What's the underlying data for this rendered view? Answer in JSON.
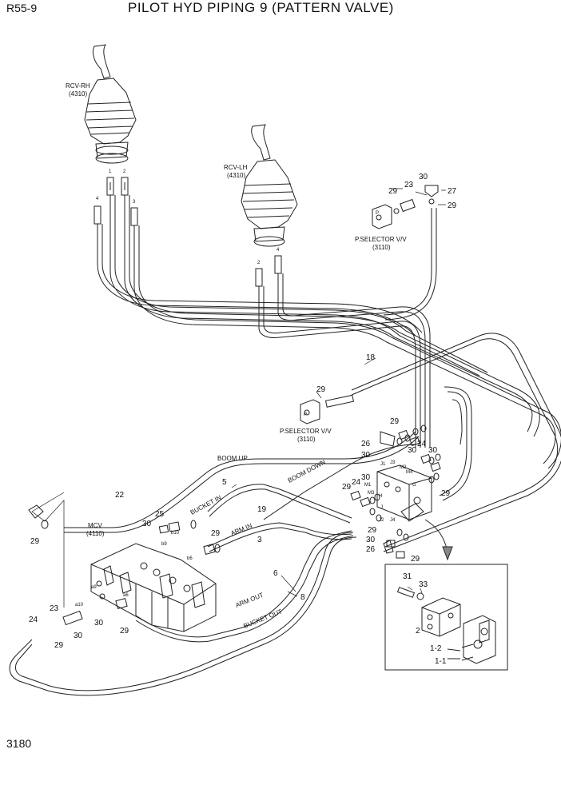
{
  "header": {
    "code": "R55-9",
    "title": "PILOT HYD PIPING 9 (PATTERN VALVE)"
  },
  "page_number": "3180",
  "components": {
    "rcv_rh": {
      "name": "RCV-RH",
      "code": "(4310)"
    },
    "rcv_lh": {
      "name": "RCV-LH",
      "code": "(4310)"
    },
    "selector_top": {
      "name": "P.SELECTOR V/V",
      "code": "(3110)"
    },
    "selector_mid": {
      "name": "P.SELECTOR V/V",
      "code": "(3110)"
    },
    "mcv": {
      "name": "MCV",
      "code": "(4110)"
    }
  },
  "hose_labels": {
    "boom_up": "BOOM UP",
    "boom_down": "BOOM DOWN",
    "bucket_in": "BUCKET IN",
    "arm_in": "ARM IN",
    "arm_out": "ARM OUT",
    "bucket_out": "BUCKET OUT"
  },
  "ports": {
    "rh": [
      "1",
      "2",
      "3",
      "4"
    ],
    "lh": [
      "2",
      "4"
    ],
    "mcv": [
      "b10",
      "b9",
      "b6",
      "a6",
      "a9",
      "a10"
    ],
    "block": [
      "J1",
      "J3",
      "M1",
      "M3",
      "M2",
      "M4",
      "P",
      "J2",
      "J4",
      "P",
      "H",
      "J",
      "G"
    ]
  },
  "callouts": [
    "30",
    "23",
    "27",
    "29",
    "29",
    "26",
    "30",
    "24",
    "29",
    "30",
    "18",
    "29",
    "30",
    "24",
    "29",
    "30",
    "29",
    "29",
    "26",
    "30",
    "29",
    "5",
    "29",
    "19",
    "3",
    "25",
    "30",
    "22",
    "29",
    "6",
    "8",
    "23",
    "24",
    "30",
    "30",
    "29",
    "29",
    "31",
    "33",
    "2",
    "1-2",
    "1-1"
  ]
}
